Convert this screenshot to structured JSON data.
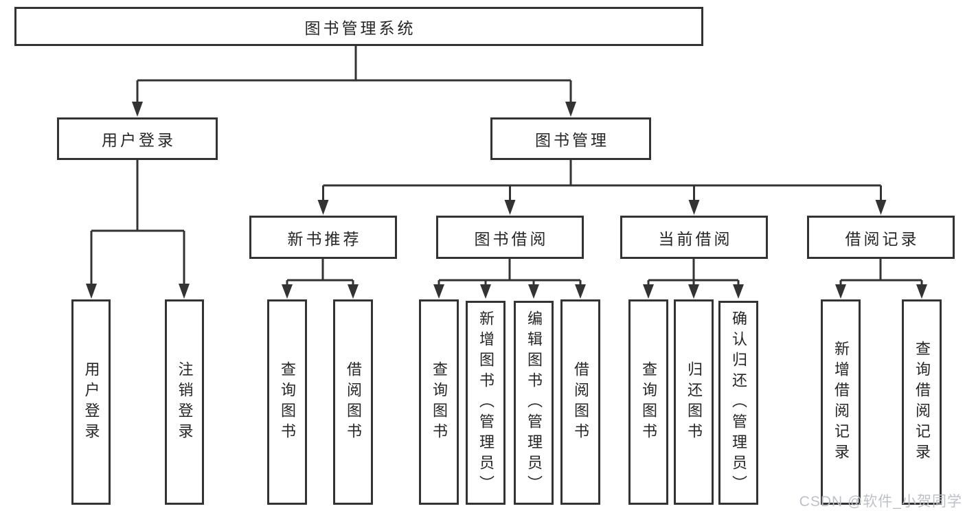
{
  "diagram": {
    "title": "图书管理系统",
    "level2": [
      {
        "label": "用户登录"
      },
      {
        "label": "图书管理"
      }
    ],
    "level3": [
      {
        "label": "新书推荐"
      },
      {
        "label": "图书借阅"
      },
      {
        "label": "当前借阅"
      },
      {
        "label": "借阅记录"
      }
    ],
    "leaves": [
      {
        "label": "用户登录"
      },
      {
        "label": "注销登录"
      },
      {
        "label": "查询图书"
      },
      {
        "label": "借阅图书"
      },
      {
        "label": "查询图书"
      },
      {
        "label": "新增图书（管理员）"
      },
      {
        "label": "编辑图书（管理员）"
      },
      {
        "label": "借阅图书"
      },
      {
        "label": "查询图书"
      },
      {
        "label": "归还图书"
      },
      {
        "label": "确认归还（管理员）"
      },
      {
        "label": "新增借阅记录"
      },
      {
        "label": "查询借阅记录"
      }
    ]
  },
  "watermark": "CSDN @软件_小贺同学",
  "colors": {
    "line": "#333333",
    "text": "#262626",
    "background": "#ffffff",
    "watermark": "#babdc4"
  }
}
